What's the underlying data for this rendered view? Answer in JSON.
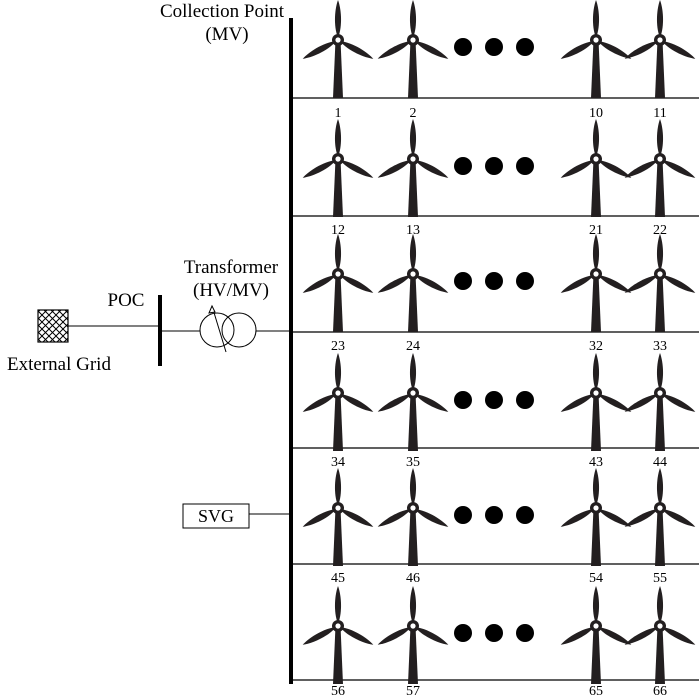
{
  "labels": {
    "collection_point_line1": "Collection Point",
    "collection_point_line2": "(MV)",
    "transformer_line1": "Transformer",
    "transformer_line2": "(HV/MV)",
    "poc": "POC",
    "external_grid": "External Grid",
    "svg": "SVG"
  },
  "rows": [
    {
      "turbines": [
        "1",
        "2",
        "10",
        "11"
      ]
    },
    {
      "turbines": [
        "12",
        "13",
        "21",
        "22"
      ]
    },
    {
      "turbines": [
        "23",
        "24",
        "32",
        "33"
      ]
    },
    {
      "turbines": [
        "34",
        "35",
        "43",
        "44"
      ]
    },
    {
      "turbines": [
        "45",
        "46",
        "54",
        "55"
      ]
    },
    {
      "turbines": [
        "56",
        "57",
        "65",
        "66"
      ]
    }
  ],
  "colors": {
    "line": "#000000",
    "turbine": "#231f20",
    "background": "#ffffff"
  }
}
